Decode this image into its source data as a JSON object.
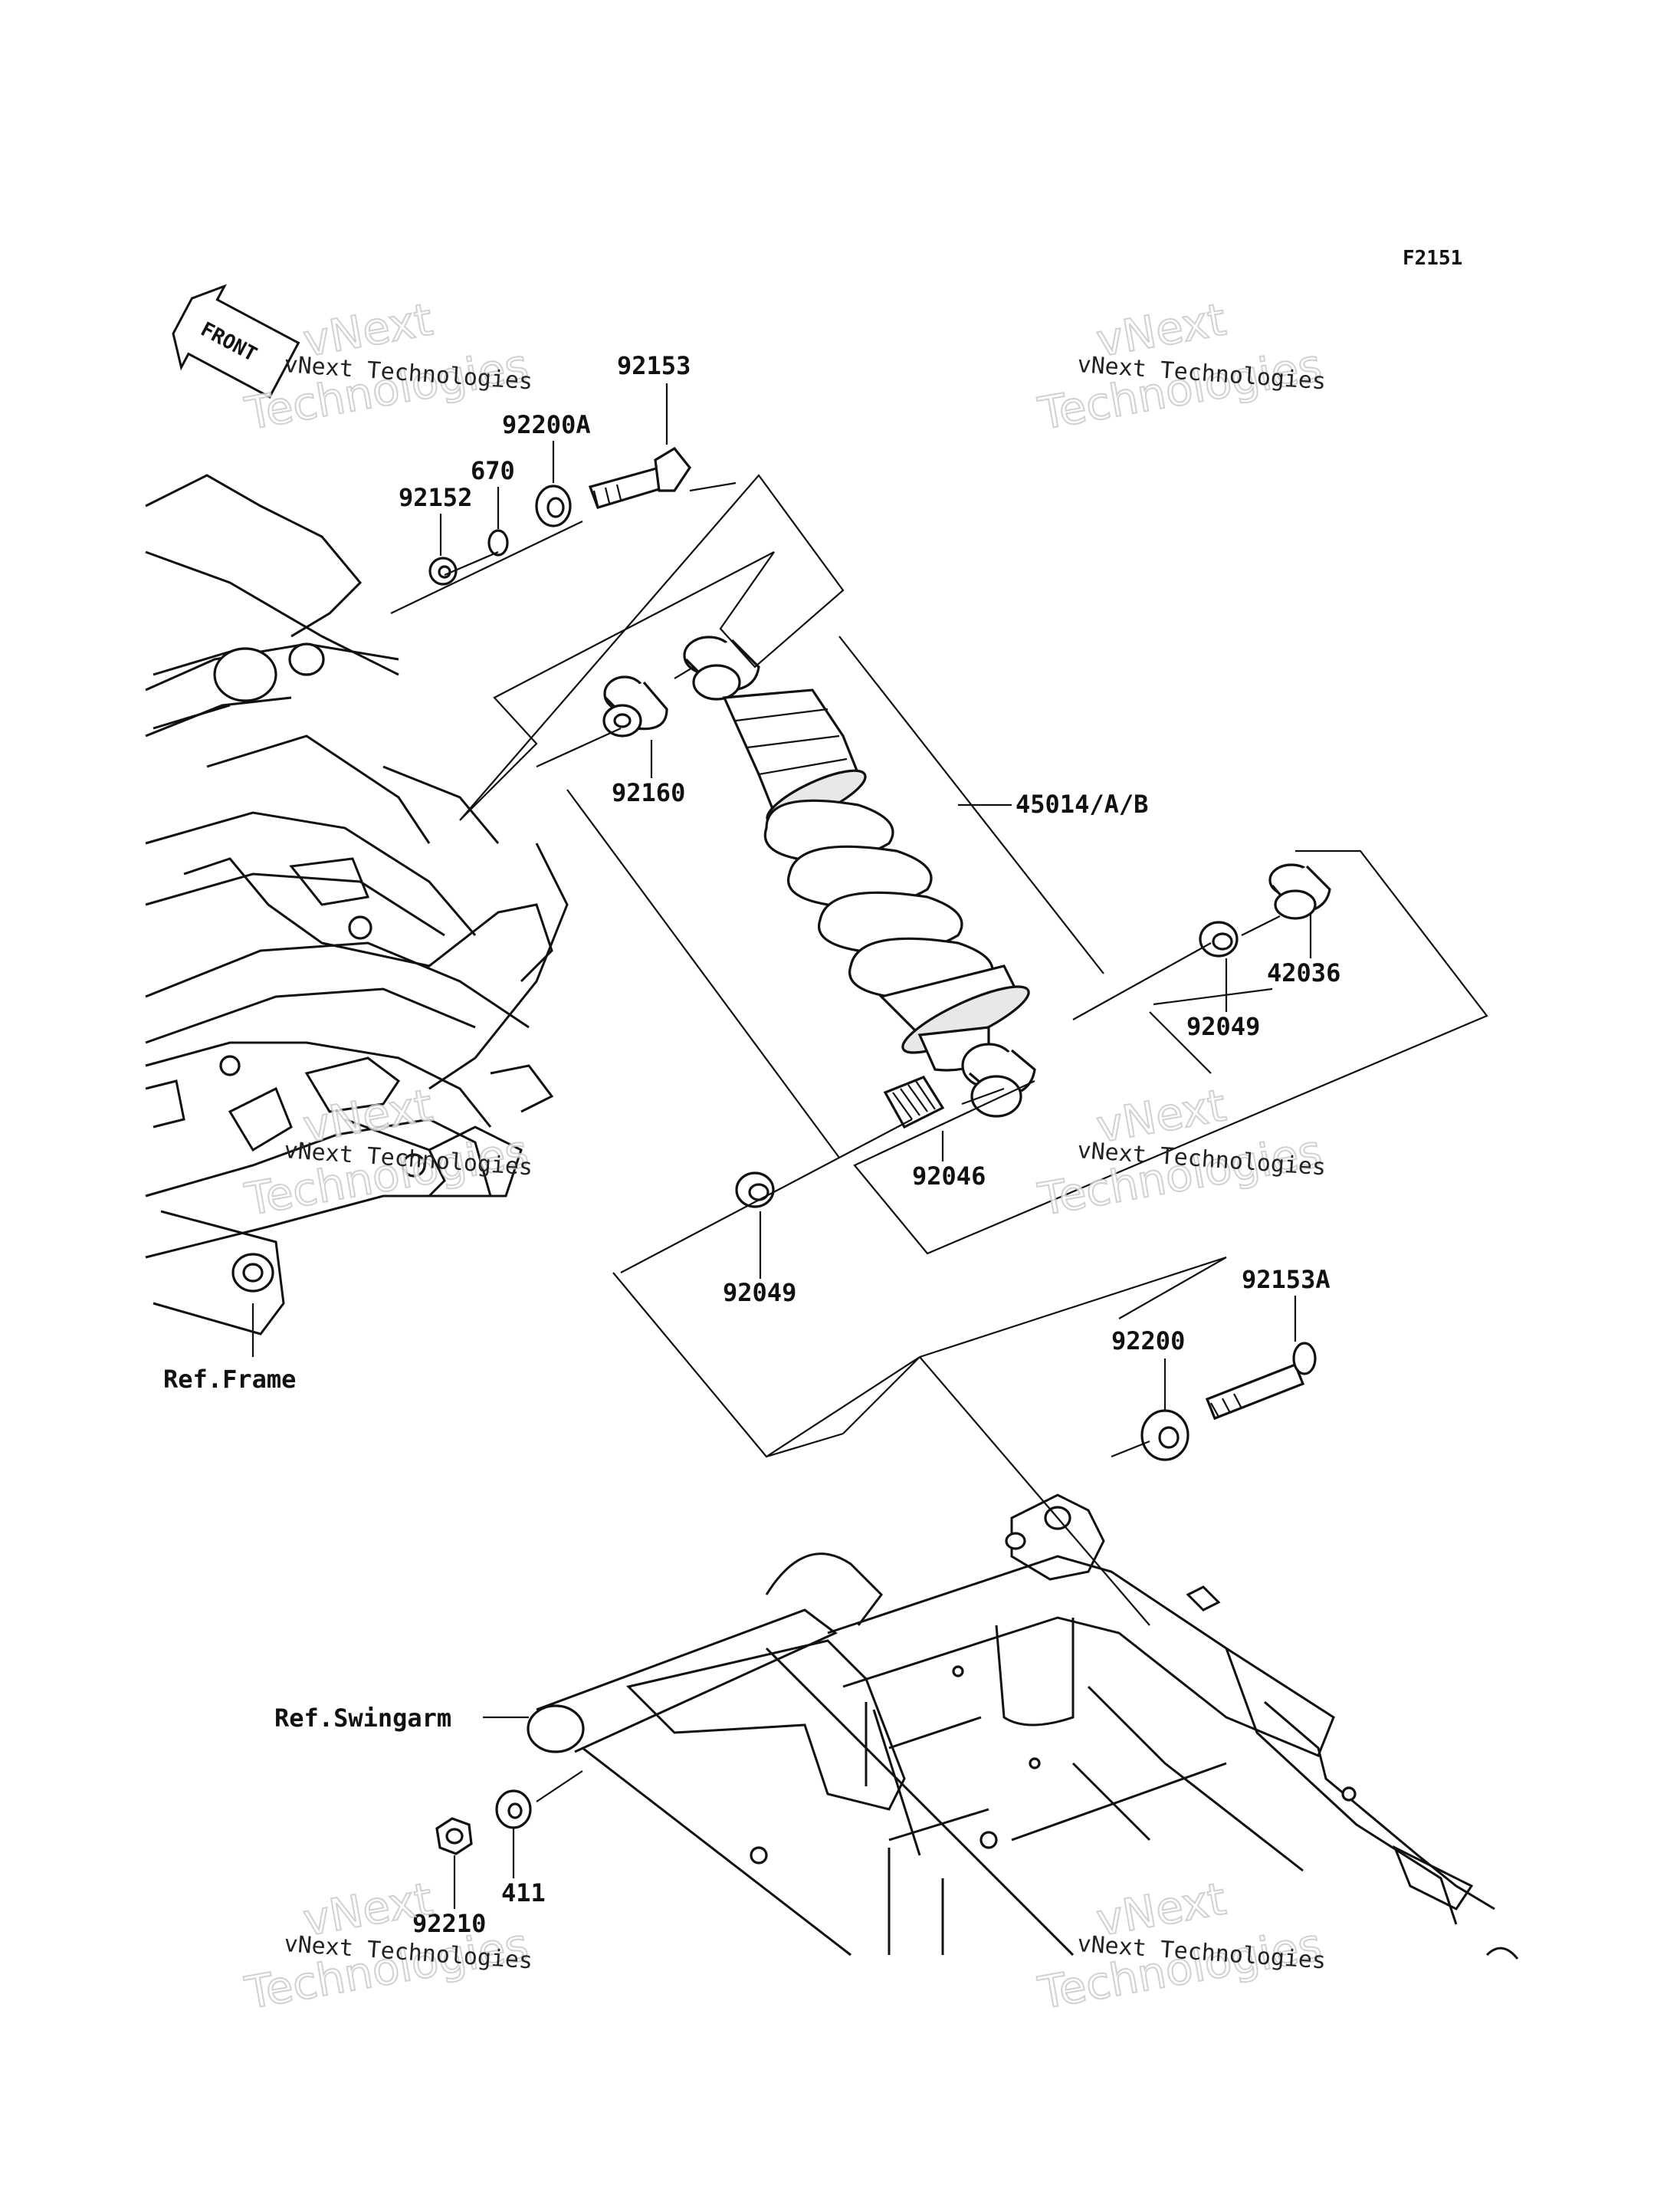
{
  "figure_code": "F2151",
  "front_arrow_text": "FRONT",
  "parts": {
    "p92153": "92153",
    "p92200A": "92200A",
    "p670": "670",
    "p92152": "92152",
    "p92160": "92160",
    "p45014": "45014/A/B",
    "p42036": "42036",
    "p92049_right": "92049",
    "p92046": "92046",
    "p92049_left": "92049",
    "p92153A": "92153A",
    "p92200": "92200",
    "p411": "411",
    "p92210": "92210"
  },
  "references": {
    "frame": "Ref.Frame",
    "swingarm": "Ref.Swingarm"
  },
  "watermark": {
    "line1": "vNext Technologies",
    "line2": "vNext",
    "line3": "Technologies"
  },
  "colors": {
    "ink": "#111111",
    "watermark_outline": "#c9c9c9",
    "background": "#ffffff"
  }
}
